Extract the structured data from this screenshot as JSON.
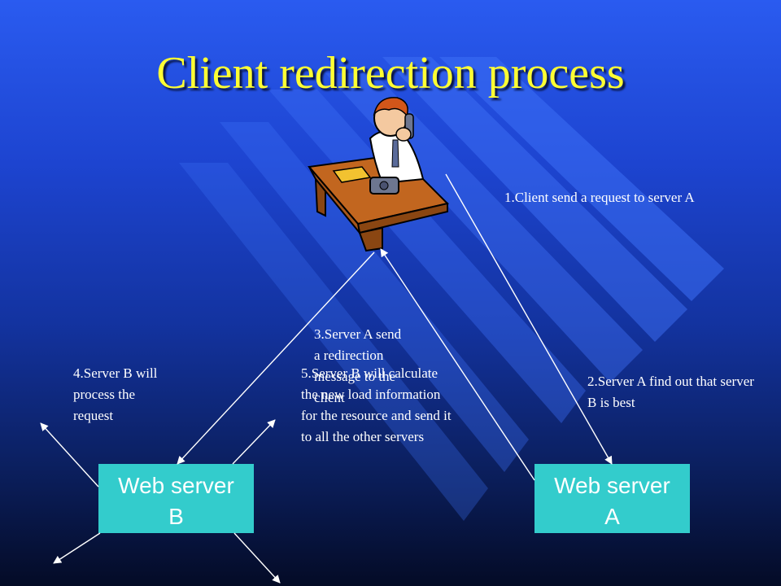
{
  "title": "Client redirection process",
  "steps": {
    "step1": "1.Client send a request to server A",
    "step2": "2.Server A find out that server B is best",
    "step3": "3.Server A send a redirection message to the client",
    "step4": "4.Server B will process the request",
    "step5": "5.Server B will calculate the new load information for the resource and send it to all the other servers"
  },
  "servers": {
    "server_b": {
      "line1": "Web server",
      "line2": "B"
    },
    "server_a": {
      "line1": "Web server",
      "line2": "A"
    }
  },
  "client_icon": "person-at-desk-on-phone-icon",
  "colors": {
    "title": "#ffff33",
    "server_box": "#33cccc",
    "arrow": "#ffffff",
    "background_top": "#2a5bf0",
    "background_bottom": "#040b26"
  }
}
